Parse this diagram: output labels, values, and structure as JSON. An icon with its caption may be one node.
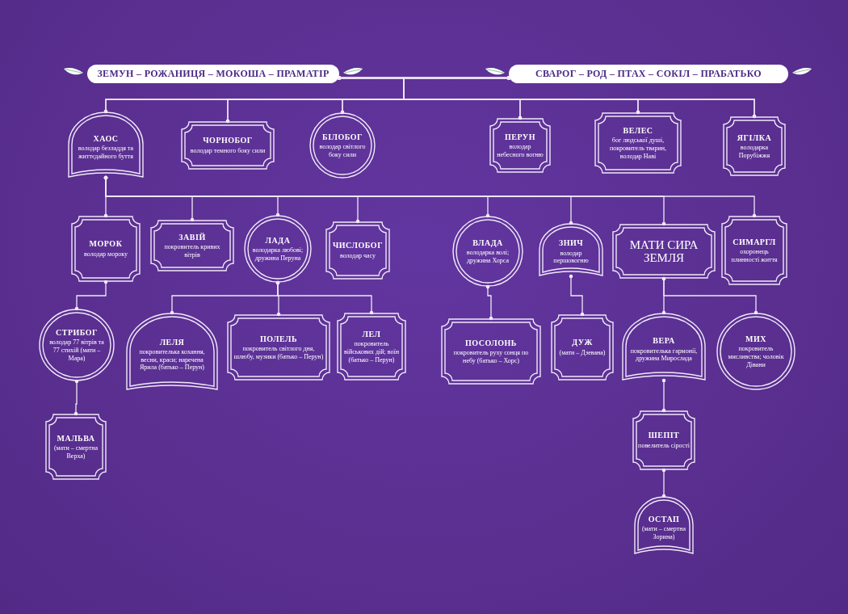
{
  "diagram": {
    "nodes": [
      {
        "text": [
          "ЗЕМУН – РОЖАНИЦЯ – МОКОША – ПРАМАТІР"
        ]
      },
      {
        "text": [
          "СВАРОГ – РОД – ПТАХ – СОКІЛ – ПРАБАТЬКО"
        ]
      },
      {
        "text": [
          "ХАОС",
          "володар безладдя та життєдайного буття"
        ]
      },
      {
        "text": [
          "ЧОРНОБОГ",
          "володар темного боку сили"
        ]
      },
      {
        "text": [
          "БІЛОБОГ",
          "володар світлого боку сили"
        ]
      },
      {
        "text": [
          "ПЕРУН",
          "володар небесного вогню"
        ]
      },
      {
        "text": [
          "ВЕЛЕС",
          "бог людської душі, покровитель тварин, володар Наві"
        ]
      },
      {
        "text": [
          "ЯГІЛКА",
          "володарка Порубіжжя"
        ]
      },
      {
        "text": [
          "МОРОК",
          "володар мороку"
        ]
      },
      {
        "text": [
          "ЗАВІЙ",
          "покровитель кривих вітрів"
        ]
      },
      {
        "text": [
          "ЛАДА",
          "володарка любові; дружина Перуна"
        ]
      },
      {
        "text": [
          "ЧИСЛОБОГ",
          "володар часу"
        ]
      },
      {
        "text": [
          "ВЛАДА",
          "володарка волі; дружина Хорса"
        ]
      },
      {
        "text": [
          "ЗНИЧ",
          "володар першовогню"
        ]
      },
      {
        "text": [
          "МАТИ СИРА ЗЕМЛЯ"
        ]
      },
      {
        "text": [
          "СИМАРГЛ",
          "охоронець плинності життя"
        ]
      },
      {
        "text": [
          "СТРИБОГ",
          "володар 77 вітрів та 77 стихій (мати – Мара)"
        ]
      },
      {
        "text": [
          "ЛЕЛЯ",
          "покровителька кохання, весни, краси; наречена Ярила (батько – Перун)"
        ]
      },
      {
        "text": [
          "ПОЛЕЛЬ",
          "покровитель світлого дня, шлюбу, музики (батько – Перун)"
        ]
      },
      {
        "text": [
          "ЛЕЛ",
          "покровитель військових дій; воїн (батько – Перун)"
        ]
      },
      {
        "text": [
          "ПОСОЛОНЬ",
          "покровитель руху сонця по небу (батько – Хорс)"
        ]
      },
      {
        "text": [
          "ДУЖ",
          "(мати – Дзевана)"
        ]
      },
      {
        "text": [
          "ВЕРА",
          "покровителька гармонії, дружина Мирослада"
        ]
      },
      {
        "text": [
          "МИХ",
          "покровитель мисливства; чоловік Дівани"
        ]
      },
      {
        "text": [
          "МАЛЬВА",
          "(мати – смертна Верха)"
        ]
      },
      {
        "text": [
          "ШЕПІТ",
          "повелитель сірості"
        ]
      },
      {
        "text": [
          "ОСТАП",
          "(мати – смертна Зорина)"
        ]
      }
    ],
    "edges": [
      {
        "from": 0,
        "to": 1,
        "arrow": "other"
      },
      {
        "from": 0,
        "to": 2,
        "arrow": "other"
      },
      {
        "from": 1,
        "to": 2,
        "arrow": "other"
      },
      {
        "from": 0,
        "to": 3,
        "arrow": "other"
      },
      {
        "from": 1,
        "to": 3,
        "arrow": "other"
      },
      {
        "from": 0,
        "to": 4,
        "arrow": "other"
      },
      {
        "from": 1,
        "to": 4,
        "arrow": "other"
      },
      {
        "from": 0,
        "to": 5,
        "arrow": "other"
      },
      {
        "from": 1,
        "to": 5,
        "arrow": "other"
      },
      {
        "from": 0,
        "to": 6,
        "arrow": "other"
      },
      {
        "from": 1,
        "to": 6,
        "arrow": "other"
      },
      {
        "from": 0,
        "to": 7,
        "arrow": "other"
      },
      {
        "from": 1,
        "to": 7,
        "arrow": "other"
      },
      {
        "from": 2,
        "to": 8,
        "arrow": "other"
      },
      {
        "from": 2,
        "to": 9,
        "arrow": "other"
      },
      {
        "from": 2,
        "to": 10,
        "arrow": "other"
      },
      {
        "from": 2,
        "to": 11,
        "arrow": "other"
      },
      {
        "from": 2,
        "to": 12,
        "arrow": "other"
      },
      {
        "from": 2,
        "to": 13,
        "arrow": "other"
      },
      {
        "from": 2,
        "to": 14,
        "arrow": "other"
      },
      {
        "from": 2,
        "to": 15,
        "arrow": "other"
      },
      {
        "from": 8,
        "to": 16,
        "arrow": "other"
      },
      {
        "from": 10,
        "to": 17,
        "arrow": "other"
      },
      {
        "from": 10,
        "to": 18,
        "arrow": "other"
      },
      {
        "from": 10,
        "to": 19,
        "arrow": "other"
      },
      {
        "from": 12,
        "to": 20,
        "arrow": "other"
      },
      {
        "from": 13,
        "to": 21,
        "arrow": "other"
      },
      {
        "from": 14,
        "to": 22,
        "arrow": "other"
      },
      {
        "from": 14,
        "to": 23,
        "arrow": "other"
      },
      {
        "from": 16,
        "to": 24,
        "arrow": "other"
      },
      {
        "from": 22,
        "to": 25,
        "arrow": "other"
      },
      {
        "from": 25,
        "to": 26,
        "arrow": "other"
      }
    ]
  }
}
